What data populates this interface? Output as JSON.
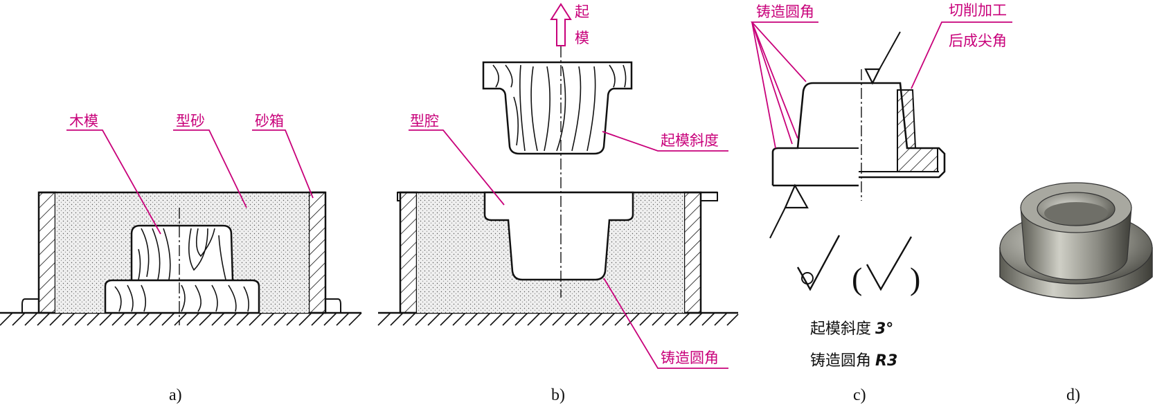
{
  "colors": {
    "label": "#c8007a",
    "ink": "#111111",
    "sand": "#ececec"
  },
  "panel_a": {
    "caption": "a)",
    "labels": {
      "pattern": "木模",
      "sand": "型砂",
      "flask": "砂箱"
    }
  },
  "panel_b": {
    "caption": "b)",
    "labels": {
      "lift_1": "起",
      "lift_2": "模",
      "cavity": "型腔",
      "draft": "起模斜度",
      "fillet": "铸造圆角"
    }
  },
  "panel_c": {
    "caption": "c)",
    "labels": {
      "fillet_top": "铸造圆角",
      "sharp_1": "切削加工",
      "sharp_2": "后成尖角"
    },
    "notes": {
      "draft_text": "起模斜度",
      "draft_value": "3°",
      "fillet_text": "铸造圆角",
      "fillet_value": "R3"
    },
    "symbol_paren_open": "(",
    "symbol_paren_close": ")"
  },
  "panel_d": {
    "caption": "d)"
  }
}
